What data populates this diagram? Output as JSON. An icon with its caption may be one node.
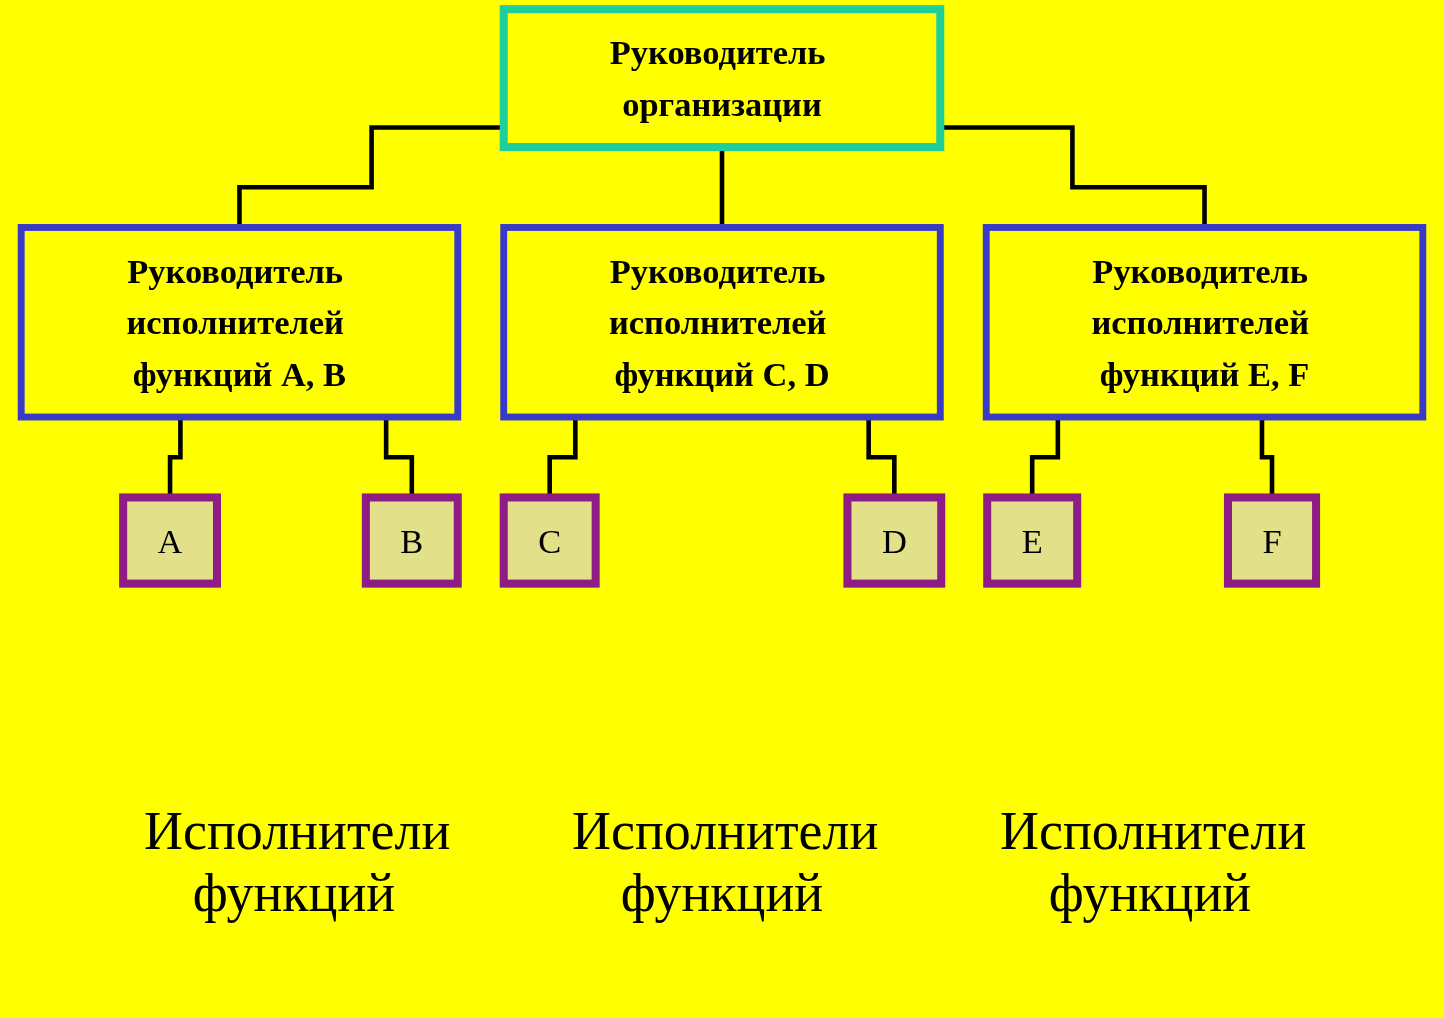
{
  "diagram": {
    "nodes": [
      {
        "text": [
          "Руководитель организации"
        ]
      },
      {
        "text": [
          "Руководитель исполнителей функций A, B"
        ]
      },
      {
        "text": [
          "Руководитель исполнителей функций C, D"
        ]
      },
      {
        "text": [
          "Руководитель исполнителей функций E, F"
        ]
      },
      {
        "text": [
          "A"
        ]
      },
      {
        "text": [
          "B"
        ]
      },
      {
        "text": [
          "C"
        ]
      },
      {
        "text": [
          "D"
        ]
      },
      {
        "text": [
          "E"
        ]
      },
      {
        "text": [
          "F"
        ]
      }
    ],
    "edges": [
      {
        "from": 0,
        "to": 1,
        "arrow": "none"
      },
      {
        "from": 0,
        "to": 2,
        "arrow": "none"
      },
      {
        "from": 0,
        "to": 3,
        "arrow": "none"
      },
      {
        "from": 1,
        "to": 4,
        "arrow": "none"
      },
      {
        "from": 1,
        "to": 5,
        "arrow": "none"
      },
      {
        "from": 2,
        "to": 6,
        "arrow": "none"
      },
      {
        "from": 2,
        "to": 7,
        "arrow": "none"
      },
      {
        "from": 3,
        "to": 8,
        "arrow": "none"
      },
      {
        "from": 3,
        "to": 9,
        "arrow": "none"
      }
    ],
    "labels": [
      "Исполнители функций",
      "Исполнители функций",
      "Исполнители функций"
    ]
  }
}
